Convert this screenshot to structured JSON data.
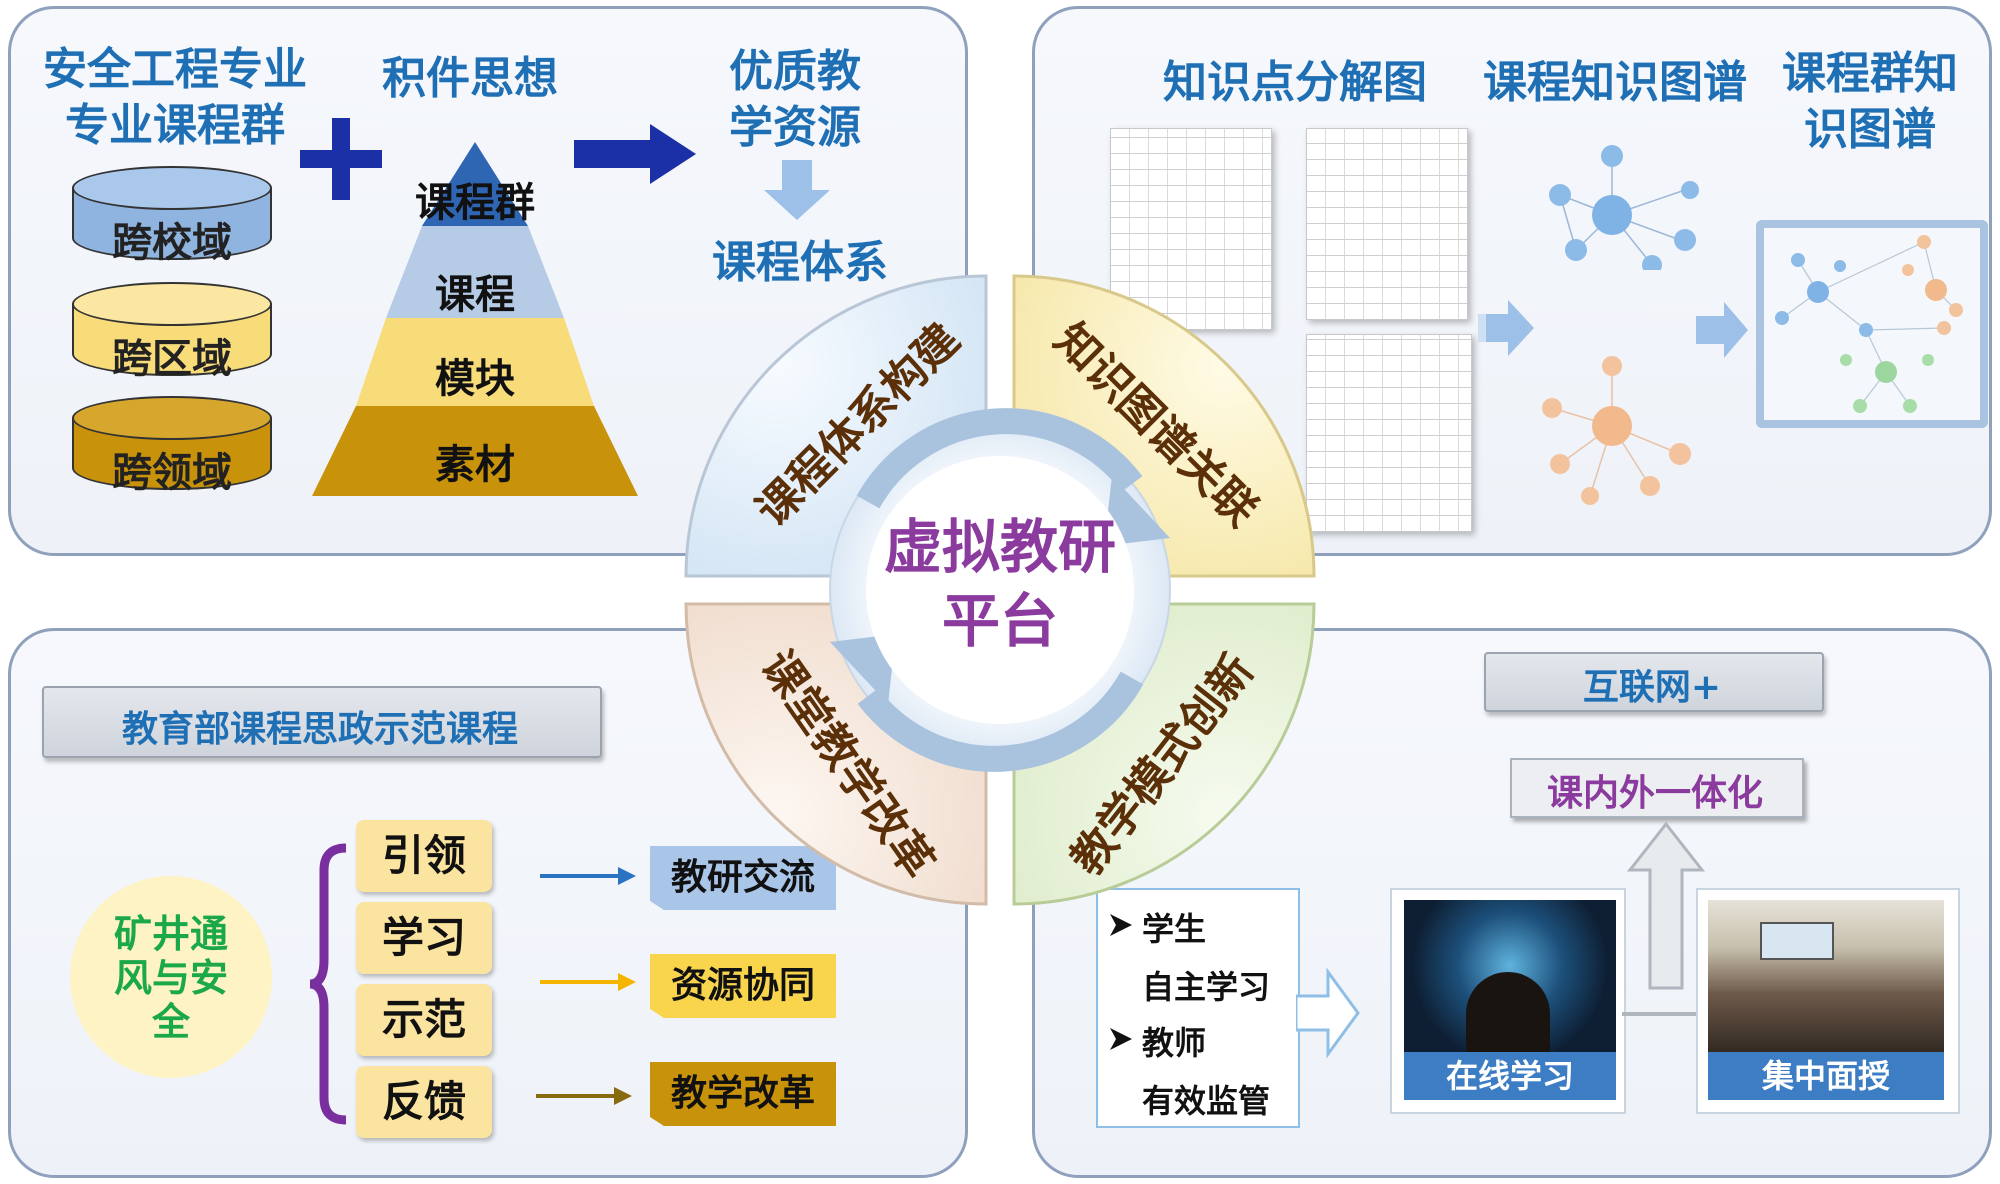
{
  "top_left": {
    "course_group_title": "安全工程专业专业课程群",
    "domains": [
      "跨校域",
      "跨区域",
      "跨领域"
    ],
    "modular_idea": "积件思想",
    "pyramid_levels": [
      "课程群",
      "课程",
      "模块",
      "素材"
    ],
    "quality_resources": "优质教学资源",
    "curriculum_system": "课程体系"
  },
  "top_right": {
    "knowledge_decomposition": "知识点分解图",
    "course_knowledge_graph": "课程知识图谱",
    "course_group_graph": "课程群知识图谱"
  },
  "center": {
    "platform": "虚拟教研平台",
    "quadrants": [
      "课程体系构建",
      "知识图谱关联",
      "课堂教学改革",
      "教学模式创新"
    ]
  },
  "bottom_left": {
    "banner": "教育部课程思政示范课程",
    "course": "矿井通风与安全",
    "roles": [
      "引领",
      "学习",
      "示范",
      "反馈"
    ],
    "outcomes": [
      "教研交流",
      "资源协同",
      "教学改革"
    ]
  },
  "bottom_right": {
    "internet_plus": "互联网+",
    "integration": "课内外一体化",
    "bullets": [
      {
        "head": "学生",
        "sub": "自主学习"
      },
      {
        "head": "教师",
        "sub": "有效监管"
      }
    ],
    "online": "在线学习",
    "offline": "集中面授"
  },
  "colors": {
    "title_blue": "#1f6fb5",
    "platform_purple": "#8b3a9e",
    "quadrant_text": "#6b3408",
    "cylinder_blue": "#8fb4df",
    "cylinder_yellow": "#f8dc7a",
    "cylinder_gold": "#c9920b",
    "course_green": "#1aa84a"
  },
  "icons": [
    "plus-icon",
    "right-arrow-icon",
    "down-arrow-icon",
    "cycle-arrows-icon",
    "network-graph-icon",
    "up-arrow-icon",
    "bullet-arrow-icon"
  ]
}
